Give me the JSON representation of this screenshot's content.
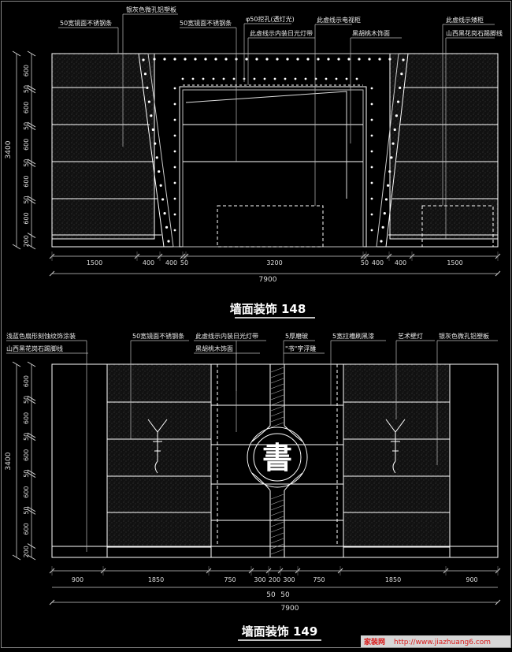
{
  "colors": {
    "background": "#000000",
    "line": "#ffffff",
    "dim": "#d8d8d8",
    "fill": "#2a2a2a",
    "footer_text": "#d81818",
    "footer_bg": "#d6d6d6"
  },
  "drawing1": {
    "title": "墙面装饰 148",
    "height_label": "3400",
    "total_width": "7900",
    "annotations": [
      "50宽镜面不锈钢条",
      "银灰色微孔铝塑板",
      "50宽镜面不锈钢条",
      "φ50挖孔(透灯光)",
      "此虚线示内装日光灯带",
      "此虚线示电视柜",
      "黑胡桃木饰面",
      "此虚线示矮柜",
      "山西黑花岗石踢脚线"
    ],
    "left_dims": [
      "600",
      "50",
      "600",
      "50",
      "600",
      "50",
      "600",
      "50",
      "600",
      "200"
    ],
    "bottom_dims": [
      "1500",
      "400",
      "400",
      "50",
      "3200",
      "50",
      "400",
      "400",
      "1500"
    ]
  },
  "drawing2": {
    "title": "墙面装饰 149",
    "height_label": "3400",
    "total_width": "7900",
    "annotations": [
      "浅蓝色扇形刻蚀纹饰涂装",
      "山西黑花岗石踢脚线",
      "50宽镜面不锈钢条",
      "此虚线示内装日光灯带",
      "黑胡桃木饰面",
      "5厚磨玻",
      "\"书\"字浮雕",
      "5宽拉槽刷黑漆",
      "艺术壁灯",
      "银灰色微孔铝塑板"
    ],
    "emblem_char": "書",
    "left_dims": [
      "600",
      "50",
      "600",
      "50",
      "600",
      "50",
      "600",
      "50",
      "600",
      "200"
    ],
    "bottom_dims": [
      "900",
      "1850",
      "750",
      "300",
      "200",
      "300",
      "750",
      "1850",
      "900"
    ],
    "sub_dims": [
      "50",
      "50"
    ]
  },
  "footer": {
    "site": "家装网",
    "url": "http://www.jiazhuang6.com"
  }
}
